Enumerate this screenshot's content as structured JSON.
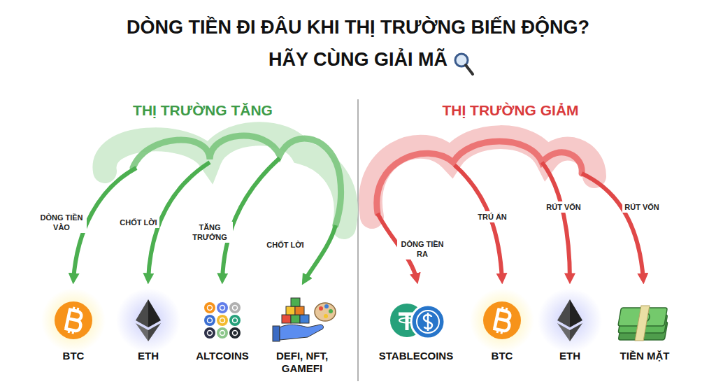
{
  "diagram": {
    "title": "DÒNG TIỀN ĐI ĐÂU KHI THỊ TRƯỜNG BIẾN ĐỘNG? HÃY CÙNG GIẢI MÃ",
    "nodes": [
      {
        "text": [
          "BTC"
        ]
      },
      {
        "text": [
          "ETH"
        ]
      },
      {
        "text": [
          "ALTCOINS"
        ]
      },
      {
        "text": [
          "DEFI, NFT, GAMEFI"
        ]
      },
      {
        "text": [
          "STABLECOINS"
        ]
      },
      {
        "text": [
          "BTC"
        ]
      },
      {
        "text": [
          "ETH"
        ]
      },
      {
        "text": [
          "TIỀN MẶT"
        ]
      }
    ],
    "labels": [
      "THỊ TRƯỜNG TĂNG",
      "THỊ TRƯỜNG GIẢM",
      "DÒNG TIỀN VÀO",
      "CHỐT LỜI",
      "TĂNG TRƯỞNG",
      "CHỐT LỜI",
      "DÒNG TIỀN RA",
      "TRÚ ẨN",
      "RÚT VỐN",
      "RÚT VỐN"
    ]
  }
}
